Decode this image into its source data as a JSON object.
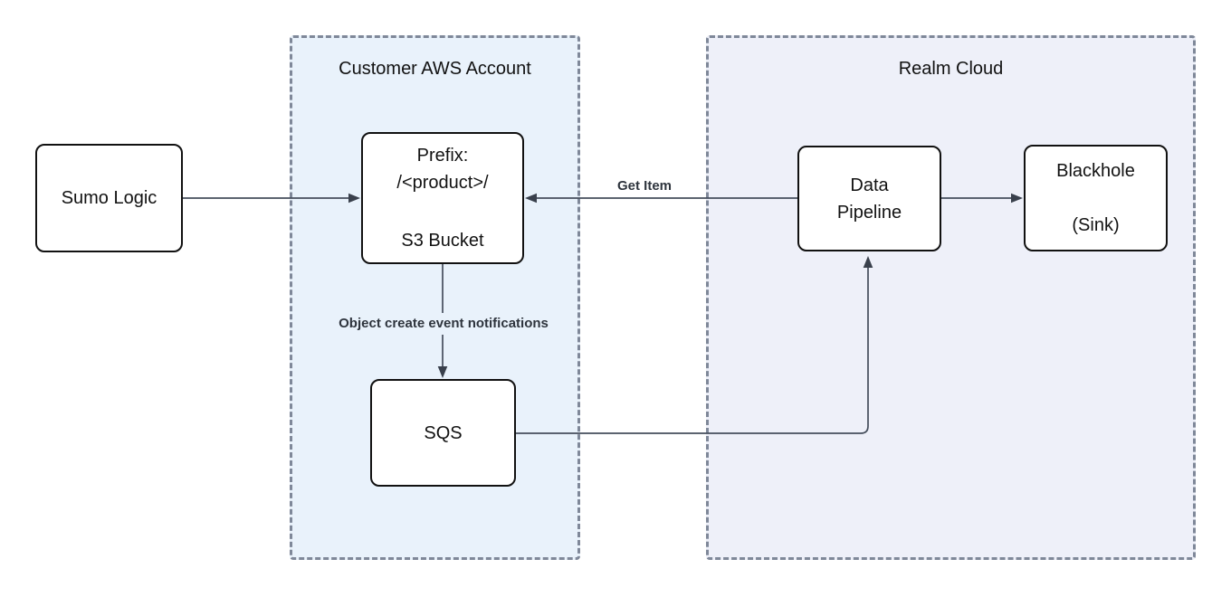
{
  "containers": {
    "customer_aws": {
      "title": "Customer AWS Account"
    },
    "realm_cloud": {
      "title": "Realm Cloud"
    }
  },
  "nodes": {
    "sumo_logic": {
      "label": "Sumo Logic"
    },
    "s3_bucket": {
      "line1": "Prefix:",
      "line2": "/<product>/",
      "line3": "S3 Bucket"
    },
    "sqs": {
      "label": "SQS"
    },
    "data_pipeline": {
      "line1": "Data",
      "line2": "Pipeline"
    },
    "blackhole": {
      "line1": "Blackhole",
      "line2": "(Sink)"
    }
  },
  "edges": {
    "get_item_label": "Get Item",
    "object_create_label": "Object create event notifications"
  },
  "colors": {
    "customer_aws_fill": "#e9f2fb",
    "realm_cloud_fill": "#eef0f9",
    "container_border": "#7f8899",
    "node_border": "#111111",
    "edge_line": "#454e5c",
    "arrowhead": "#39404c"
  }
}
